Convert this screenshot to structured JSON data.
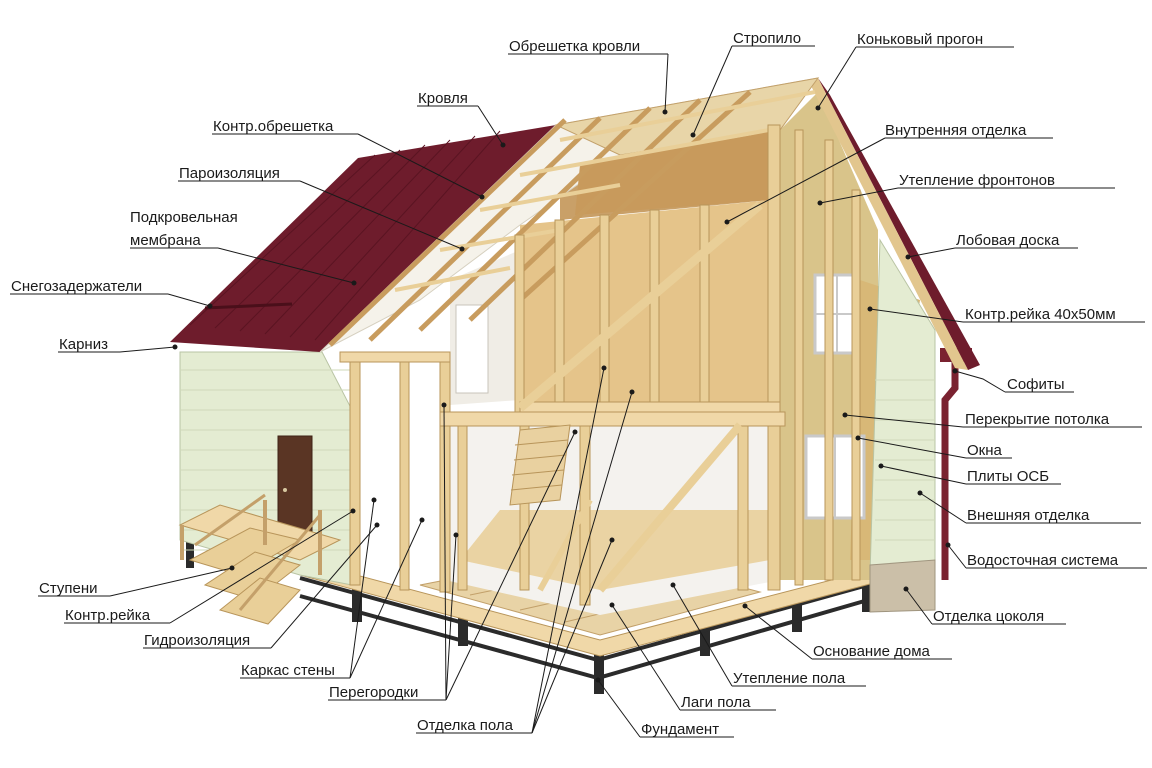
{
  "labels": {
    "obreshetka_krovli": "Обрешетка кровли",
    "stropilo": "Стропило",
    "konkovy_progon": "Коньковый прогон",
    "krovlya": "Кровля",
    "kontr_obreshetka": "Контр.обрешетка",
    "vnutrennyaya_otdelka": "Внутренняя отделка",
    "paroizolyatsiya": "Пароизоляция",
    "uteplenie_frontonov": "Утепление фронтонов",
    "podkrovelnaya_line1": "Подкровельная",
    "podkrovelnaya_line2": "мембрана",
    "lobovaya_doska": "Лобовая доска",
    "snegozaderzhateli": "Снегозадержатели",
    "kontr_reyka_40x50": "Контр.рейка 40х50мм",
    "karniz": "Карниз",
    "sofity": "Софиты",
    "perekrytie_potolka": "Перекрытие потолка",
    "okna": "Окна",
    "plity_osb": "Плиты ОСБ",
    "vneshnyaya_otdelka": "Внешняя отделка",
    "vodostochnaya_sistema": "Водосточная система",
    "stupeni": "Ступени",
    "otdelka_tsokolya": "Отделка цоколя",
    "kontr_reyka": "Контр.рейка",
    "gidroizolyatsiya": "Гидроизоляция",
    "osnovanie_doma": "Основание дома",
    "karkas_steny": "Каркас стены",
    "uteplenie_pola": "Утепление пола",
    "peregorodki": "Перегородки",
    "lagi_pola": "Лаги пола",
    "otdelka_pola": "Отделка пола",
    "fundament": "Фундамент"
  },
  "colors": {
    "roof": "#6e1c2c",
    "timber": "#e9cf98",
    "insulation": "#d9c48a",
    "siding": "#e4ecd2",
    "foundation": "#2b2b2b",
    "gutter": "#7a2230"
  }
}
